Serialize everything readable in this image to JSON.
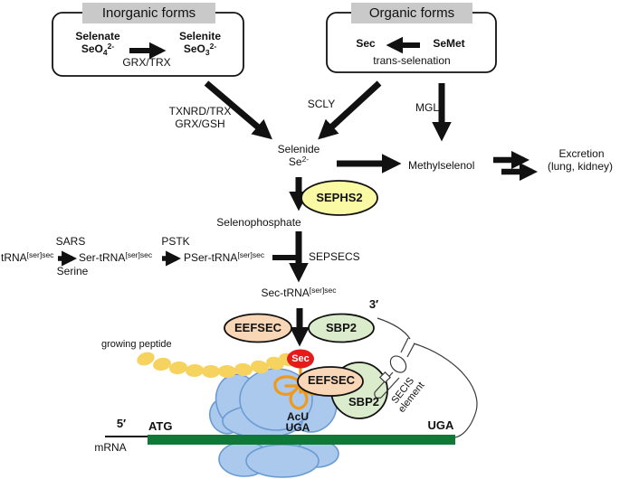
{
  "colors": {
    "header_gray": "#c9c9c9",
    "sephs2_fill": "#fafaa5",
    "eefsec_fill": "#f9d6b5",
    "sbp2_fill": "#daeccb",
    "sec_red": "#e31b1b",
    "bead_yellow": "#f6d25e",
    "ribosome_fill": "#aac9ec",
    "ribosome_stroke": "#6b9bd2",
    "trna_orange": "#ef991d",
    "mrna_green": "#0f7a38",
    "arrow_black": "#111111"
  },
  "inorganic_box": {
    "title": "Inorganic forms",
    "substrate": "Selenate",
    "substrate_formula": "SeO",
    "substrate_sub": "4",
    "substrate_sup": "2-",
    "enzyme": "GRX/TRX",
    "product": "Selenite",
    "product_formula": "SeO",
    "product_sub": "3",
    "product_sup": "2-"
  },
  "organic_box": {
    "title": "Organic forms",
    "product": "Sec",
    "substrate": "SeMet",
    "process": "trans-selenation"
  },
  "pathway": {
    "reduction_enzymes_line1": "TXNRD/TRX",
    "reduction_enzymes_line2": "GRX/GSH",
    "scly": "SCLY",
    "mgl": "MGL",
    "selenide": "Selenide",
    "selenide_formula": "Se",
    "selenide_sup": "2-",
    "methylselenol": "Methylselenol",
    "excretion_line1": "Excretion",
    "excretion_line2": "(lung, kidney)",
    "sephs2": "SEPHS2",
    "selenophosphate": "Selenophosphate",
    "sepsecs": "SEPSECS"
  },
  "trna_row": {
    "sars": "SARS",
    "serine": "Serine",
    "pstk": "PSTK",
    "trna": "tRNA",
    "trna_sup": "[ser]sec",
    "ser_trna": "Ser-tRNA",
    "ser_trna_sup": "[ser]sec",
    "pser_trna": "PSer-tRNA",
    "pser_trna_sup": "[ser]sec",
    "sec_trna": "Sec-tRNA",
    "sec_trna_sup": "[ser]sec"
  },
  "translation": {
    "eefsec_factor": "EEFSEC",
    "sbp2_factor": "SBP2",
    "eefsec_ribosome": "EEFSEC",
    "sbp2_ribosome": "SBP2",
    "sec_residue": "Sec",
    "growing_peptide": "growing peptide",
    "secis_line1": "SECIS",
    "secis_line2": "element",
    "anticodon": "AcU",
    "anticodon2": "UGA",
    "five_prime": "5′",
    "three_prime": "3′",
    "start_codon": "ATG",
    "stop_codon": "UGA",
    "mrna_label": "mRNA"
  }
}
